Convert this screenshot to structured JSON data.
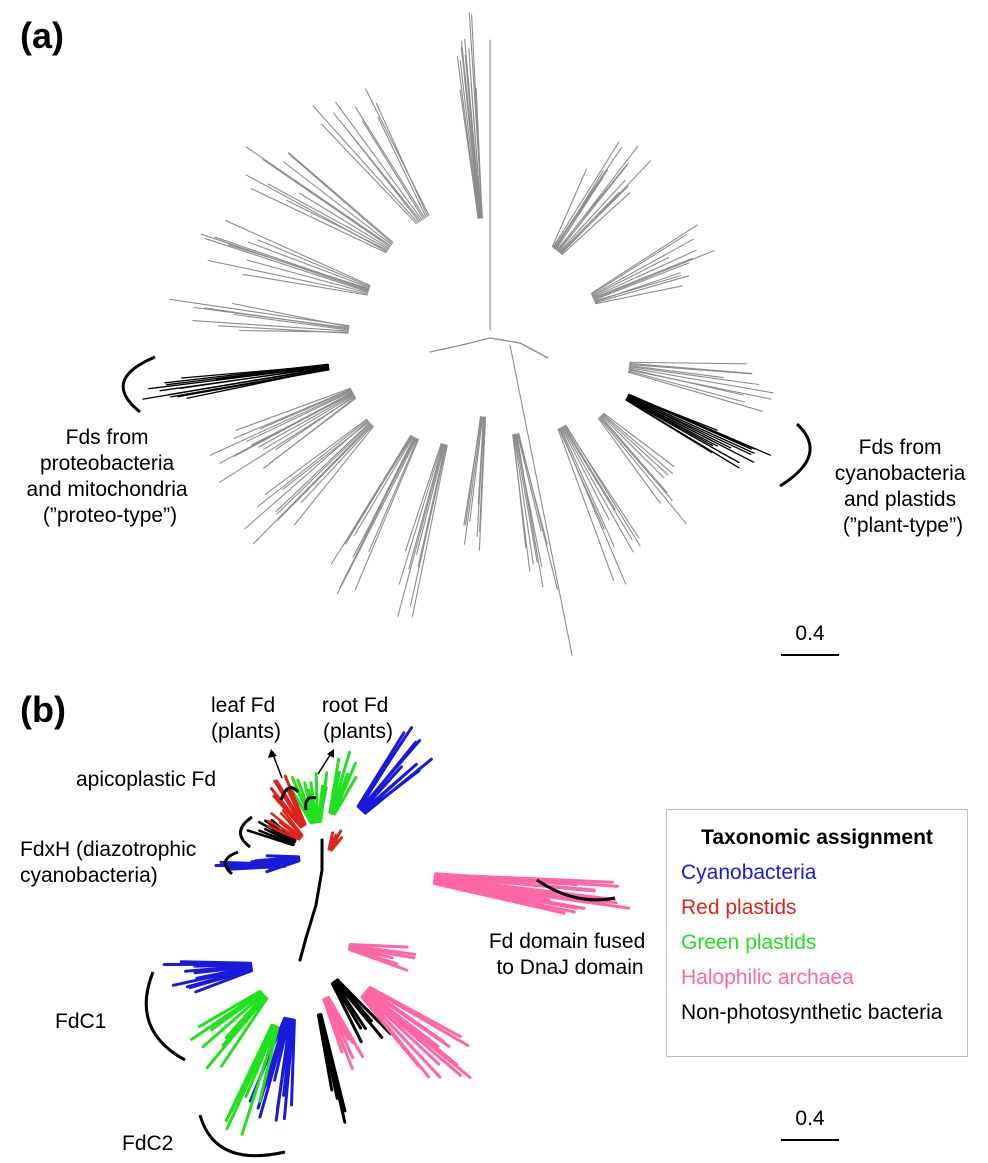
{
  "panel_a": {
    "label": "(a)",
    "left_annotation": [
      "Fds from",
      "proteobacteria",
      "and mitochondria",
      "(”proteo-type”)"
    ],
    "right_annotation": [
      "Fds from",
      "cyanobacteria",
      "and plastids",
      "(”plant-type”)"
    ],
    "scale_label": "0.4"
  },
  "panel_b": {
    "label": "(b)",
    "leaf_fd": [
      "leaf Fd",
      "(plants)"
    ],
    "root_fd": [
      "root Fd",
      "(plants)"
    ],
    "apicoplastic": "apicoplastic Fd",
    "fdxh": [
      "FdxH (diazotrophic",
      "cyanobacteria)"
    ],
    "fused": [
      "Fd domain fused",
      "to DnaJ domain"
    ],
    "fdc1": "FdC1",
    "fdc2": "FdC2",
    "scale_label": "0.4"
  },
  "legend": {
    "title": "Taxonomic assignment",
    "items": [
      {
        "label": "Cyanobacteria",
        "color": "#1a1adc"
      },
      {
        "label": "Red plastids",
        "color": "#e0231a"
      },
      {
        "label": "Green plastids",
        "color": "#22e01f"
      },
      {
        "label": "Halophilic archaea",
        "color": "#ff66a6"
      },
      {
        "label": "Non-photosynthetic bacteria",
        "color": "#000000"
      }
    ]
  },
  "colors": {
    "tree_a": "#8c8c8c",
    "highlight": "#000000"
  }
}
